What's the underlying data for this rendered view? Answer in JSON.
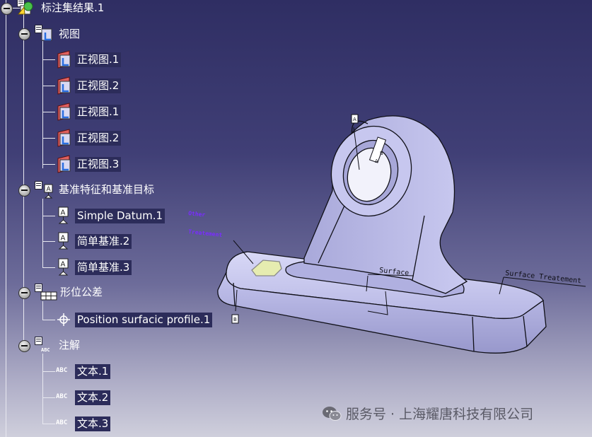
{
  "tree": {
    "root": {
      "label": "标注集结果.1"
    },
    "groups": [
      {
        "label": "视图",
        "items": [
          "正视图.1",
          "正视图.2",
          "正视图.1",
          "正视图.2",
          "正视图.3"
        ]
      },
      {
        "label": "基准特征和基准目标",
        "items": [
          "Simple Datum.1",
          "简单基准.2",
          "简单基准.3"
        ]
      },
      {
        "label": "形位公差",
        "items": [
          "Position surfacic profile.1"
        ]
      },
      {
        "label": "注解",
        "items": [
          "文本.1",
          "文本.2",
          "文本.3"
        ]
      }
    ],
    "abc_icon": "ABC",
    "small_abc": "ABC"
  },
  "model": {
    "annotations": {
      "surface": "Surface",
      "surface_treatment": "Surface Treatement",
      "other_top": "Other",
      "other_bottom": "Treatement",
      "datum_a": "A",
      "datum_b": "B",
      "frame_a": "A",
      "frame_b": "B"
    },
    "colors": {
      "part": "#c8c8f0",
      "part_shadow": "#9d9dd0",
      "edge": "#101018"
    }
  },
  "watermark": {
    "text": "服务号 · 上海耀唐科技有限公司",
    "icon": "wechat-icon"
  }
}
